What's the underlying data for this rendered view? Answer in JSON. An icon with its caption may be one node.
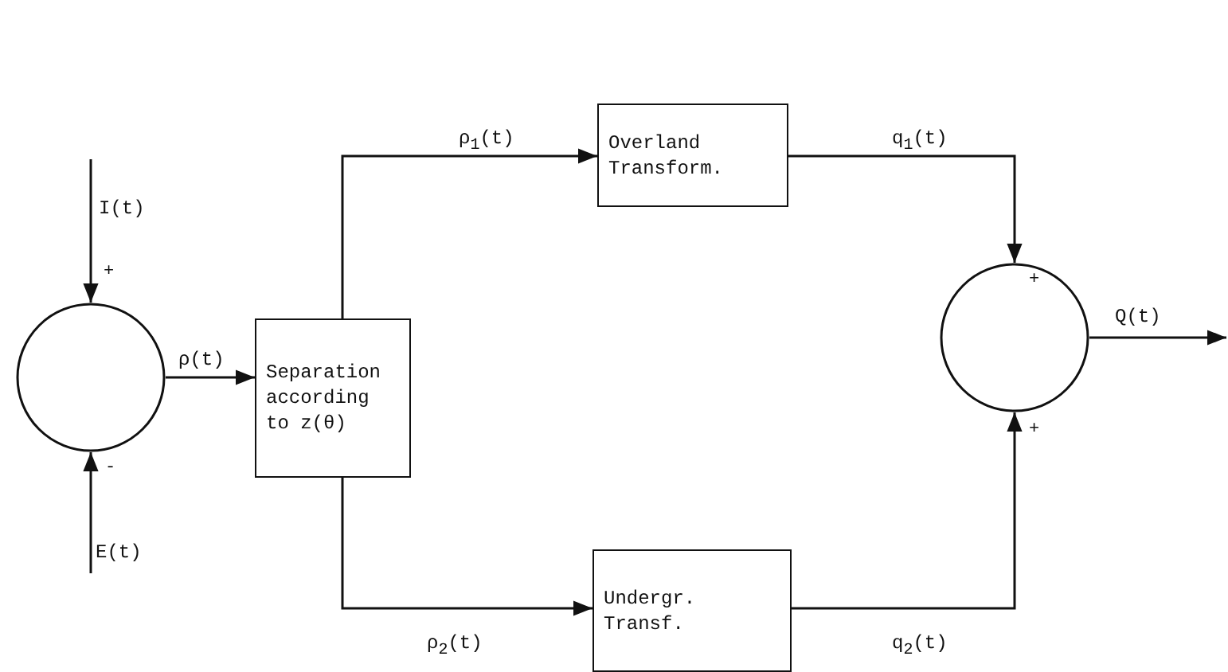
{
  "diagram": {
    "nodes": [
      {
        "text": [],
        "shape": "circle"
      },
      {
        "text": [
          "Separation according to z(θ)"
        ]
      },
      {
        "text": [
          "Overland Transform."
        ]
      },
      {
        "text": [
          "Undergr. Transf."
        ]
      },
      {
        "text": [],
        "shape": "circle"
      }
    ],
    "edges": [
      {
        "from": null,
        "to": 0,
        "arrow": "to",
        "label": "I(t)"
      },
      {
        "from": null,
        "to": 0,
        "arrow": "to",
        "label": "E(t)"
      },
      {
        "from": 0,
        "to": 1,
        "arrow": "to",
        "label": "ρ(t)"
      },
      {
        "from": 1,
        "to": 2,
        "arrow": "to",
        "label": "ρ$_{1}$(t)"
      },
      {
        "from": 1,
        "to": 3,
        "arrow": "to",
        "label": "ρ$_{2}$(t)"
      },
      {
        "from": 2,
        "to": 4,
        "arrow": "to",
        "label": "q$_{1}$(t)"
      },
      {
        "from": 3,
        "to": 4,
        "arrow": "to",
        "label": "q$_{2}$(t)"
      },
      {
        "from": 4,
        "to": null,
        "arrow": "to",
        "label": "Q(t)"
      }
    ],
    "labels": [
      "+",
      "-",
      "+",
      "+"
    ]
  }
}
